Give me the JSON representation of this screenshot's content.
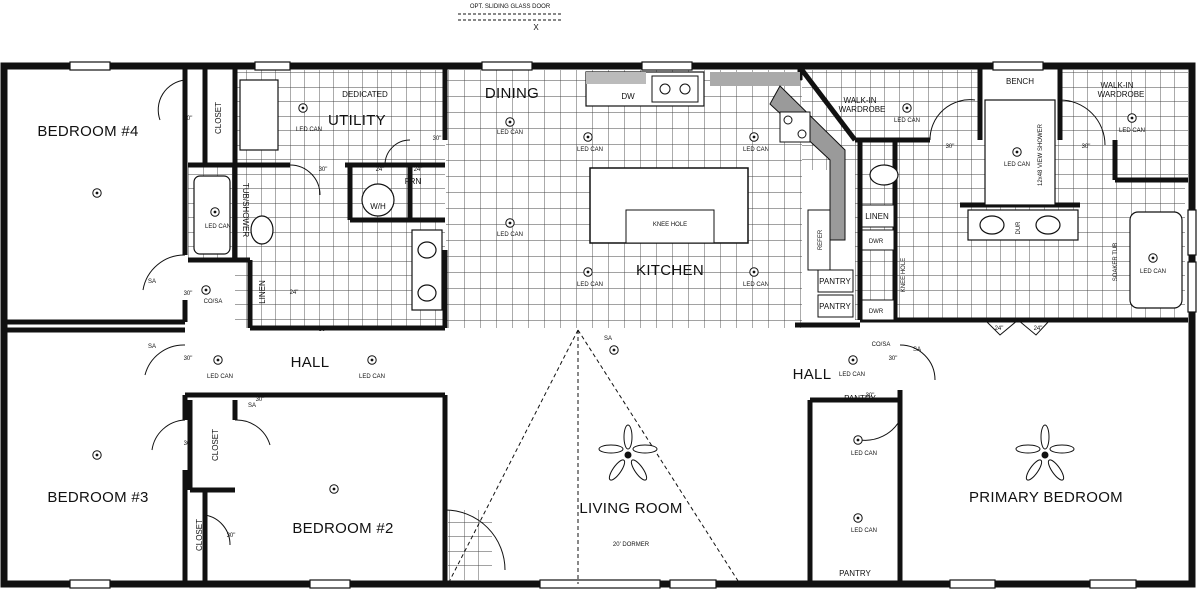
{
  "header": {
    "slider_note": "OPT. SLIDING GLASS DOOR",
    "slider_mark": "X"
  },
  "rooms": {
    "bedroom4": "BEDROOM #4",
    "bedroom3": "BEDROOM #3",
    "bedroom2": "BEDROOM #2",
    "utility": "UTILITY",
    "dining": "DINING",
    "kitchen": "KITCHEN",
    "living": "LIVING ROOM",
    "primary": "PRIMARY BEDROOM",
    "hall_left": "HALL",
    "hall_right": "HALL",
    "walkin_left_1": "WALK-IN",
    "walkin_left_2": "WARDROBE",
    "walkin_right_1": "WALK-IN",
    "walkin_right_2": "WARDROBE",
    "bench": "BENCH"
  },
  "labels": {
    "closet": "CLOSET",
    "linen": "LINEN",
    "pantry": "PANTRY",
    "dw": "DW",
    "dedicated": "DEDICATED",
    "frn": "FRN",
    "wh": "W/H",
    "tub_shower": "TUB/SHOWER",
    "co_sa": "CO/SA",
    "sa": "SA",
    "knee_hole": "KNEE HOLE",
    "refer": "REFER",
    "dwr": "DWR",
    "dwr2": "DUR",
    "soaker_tub": "SOAKER TUB",
    "view_shower": "12x48 VIEW SHOWER",
    "dormer": "20' DORMER",
    "led_can": "LED CAN",
    "door_30": "30\"",
    "door_24": "24\""
  },
  "colors": {
    "wall": "#111111",
    "tile": "#444444",
    "counter": "#9a9a9a"
  }
}
